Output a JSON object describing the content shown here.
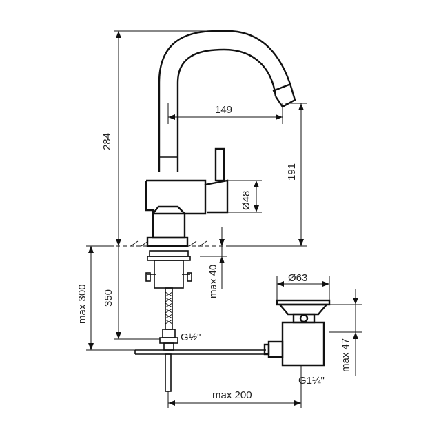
{
  "dimensions": {
    "spout_reach": "149",
    "total_height": "284",
    "spout_height": "191",
    "body_diameter": "Ø48",
    "waste_diameter": "Ø63",
    "pipe_length": "max 300",
    "hose_length": "350",
    "thread_depth": "max 40",
    "waste_height": "max 47",
    "lever_reach": "max 200"
  },
  "threads": {
    "supply_thread": "G½\"",
    "waste_thread": "G1¼\""
  }
}
